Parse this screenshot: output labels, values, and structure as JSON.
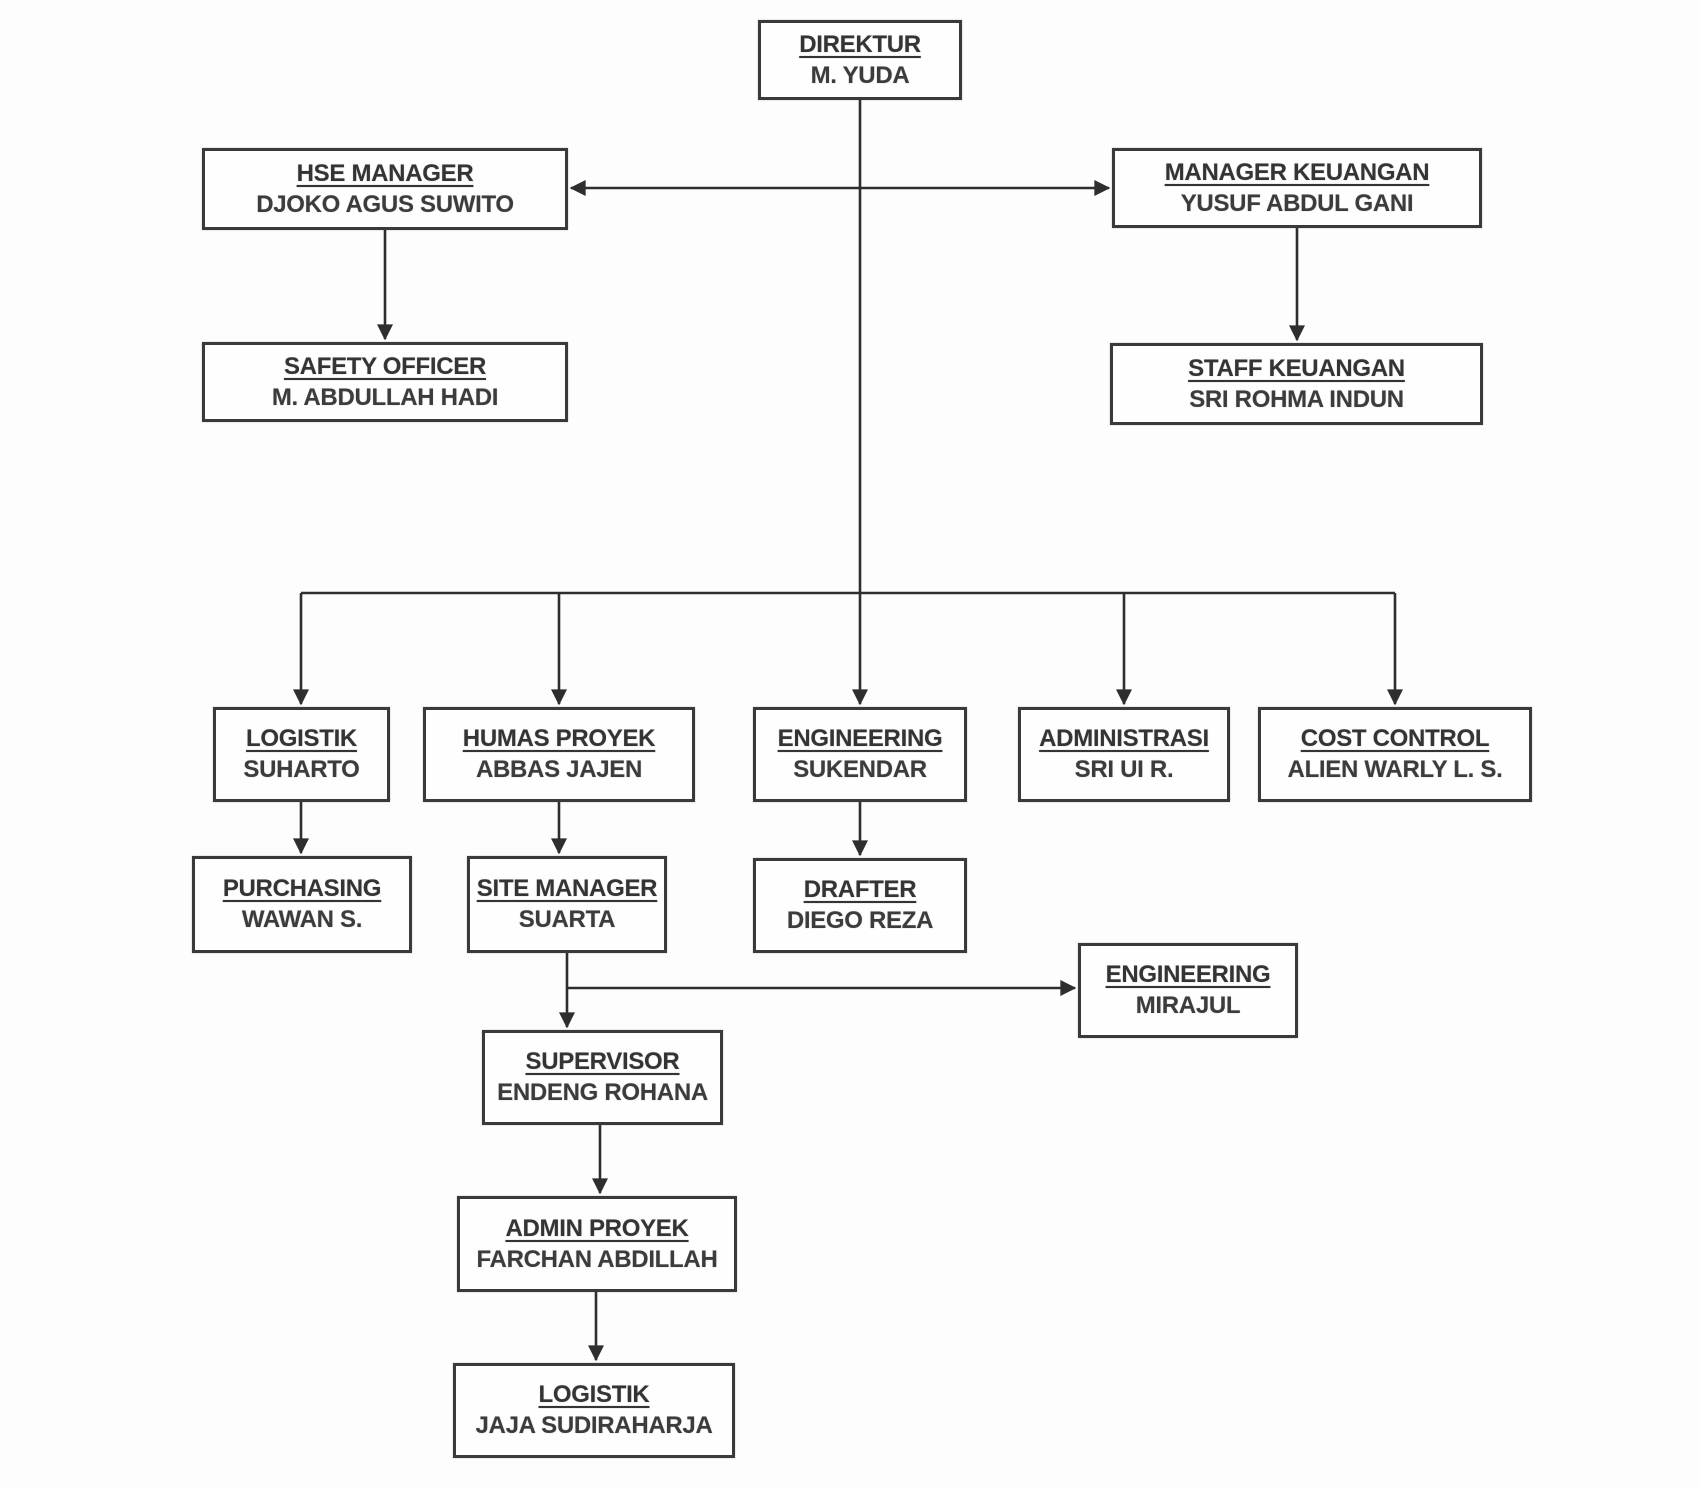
{
  "colors": {
    "background": "#fdfdfd",
    "ink": "#343434",
    "line": "#2e2e2e"
  },
  "nodes": {
    "direktur": {
      "title": "DIREKTUR",
      "name": "M. YUDA"
    },
    "hse_manager": {
      "title": "HSE MANAGER",
      "name": "DJOKO AGUS SUWITO"
    },
    "manager_keuangan": {
      "title": "MANAGER KEUANGAN",
      "name": "YUSUF ABDUL GANI"
    },
    "safety_officer": {
      "title": "SAFETY OFFICER",
      "name": "M. ABDULLAH HADI"
    },
    "staff_keuangan": {
      "title": "STAFF KEUANGAN",
      "name": "SRI ROHMA INDUN"
    },
    "logistik": {
      "title": "LOGISTIK",
      "name": "SUHARTO"
    },
    "humas_proyek": {
      "title": "HUMAS PROYEK",
      "name": "ABBAS JAJEN"
    },
    "engineering": {
      "title": "ENGINEERING",
      "name": "SUKENDAR"
    },
    "administrasi": {
      "title": "ADMINISTRASI",
      "name": "SRI UI R."
    },
    "cost_control": {
      "title": "COST CONTROL",
      "name": "ALIEN WARLY L. S."
    },
    "purchasing": {
      "title": "PURCHASING",
      "name": "WAWAN S."
    },
    "site_manager": {
      "title": "SITE MANAGER",
      "name": "SUARTA"
    },
    "drafter": {
      "title": "DRAFTER",
      "name": "DIEGO REZA"
    },
    "engineering_mirajul": {
      "title": "ENGINEERING",
      "name": "MIRAJUL"
    },
    "supervisor": {
      "title": "SUPERVISOR",
      "name": "ENDENG ROHANA"
    },
    "admin_proyek": {
      "title": "ADMIN PROYEK",
      "name": "FARCHAN ABDILLAH"
    },
    "logistik_site": {
      "title": "LOGISTIK",
      "name": "JAJA SUDIRAHARJA"
    }
  }
}
